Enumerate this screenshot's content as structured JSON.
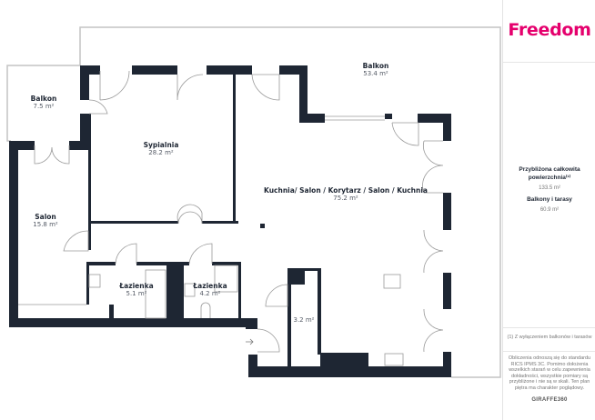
{
  "brand": {
    "logo_text": "Freedom",
    "color": "#e5006d"
  },
  "rooms": [
    {
      "name": "Balkon",
      "area": "7.5 m²"
    },
    {
      "name": "Sypialnia",
      "area": "28.2 m²"
    },
    {
      "name": "Balkon",
      "area": "53.4 m²"
    },
    {
      "name": "Salon",
      "area": "15.8 m²"
    },
    {
      "name": "Kuchnia/ Salon / Korytarz / Salon / Kuchnia",
      "area": "75.2 m²"
    },
    {
      "name": "Łazienka",
      "area": "5.1 m²"
    },
    {
      "name": "Łazienka",
      "area": "4.2 m²"
    },
    {
      "name": "",
      "area": "3.2 m²"
    }
  ],
  "summary": {
    "total_label": "Przybliżona całkowita powierzchnia⁽¹⁾",
    "total_value": "133.5 m²",
    "balconies_label": "Balkony i tarasy",
    "balconies_value": "60.9 m²",
    "footnote": "(1) Z wyłączeniem balkonów i tarasów",
    "disclaimer": "Obliczenia odnoszą się do standardu RICS IPMS 3C. Pomimo dołożenia wszelkich starań w celu zapewnienia dokładności, wszystkie pomiary są przybliżone i nie są w skali. Ten plan piętra ma charakter poglądowy.",
    "credit": "GIRAFFE360"
  },
  "colors": {
    "wall": "#1e2633",
    "outline": "#bfbfbf",
    "accent": "#e5006d"
  }
}
